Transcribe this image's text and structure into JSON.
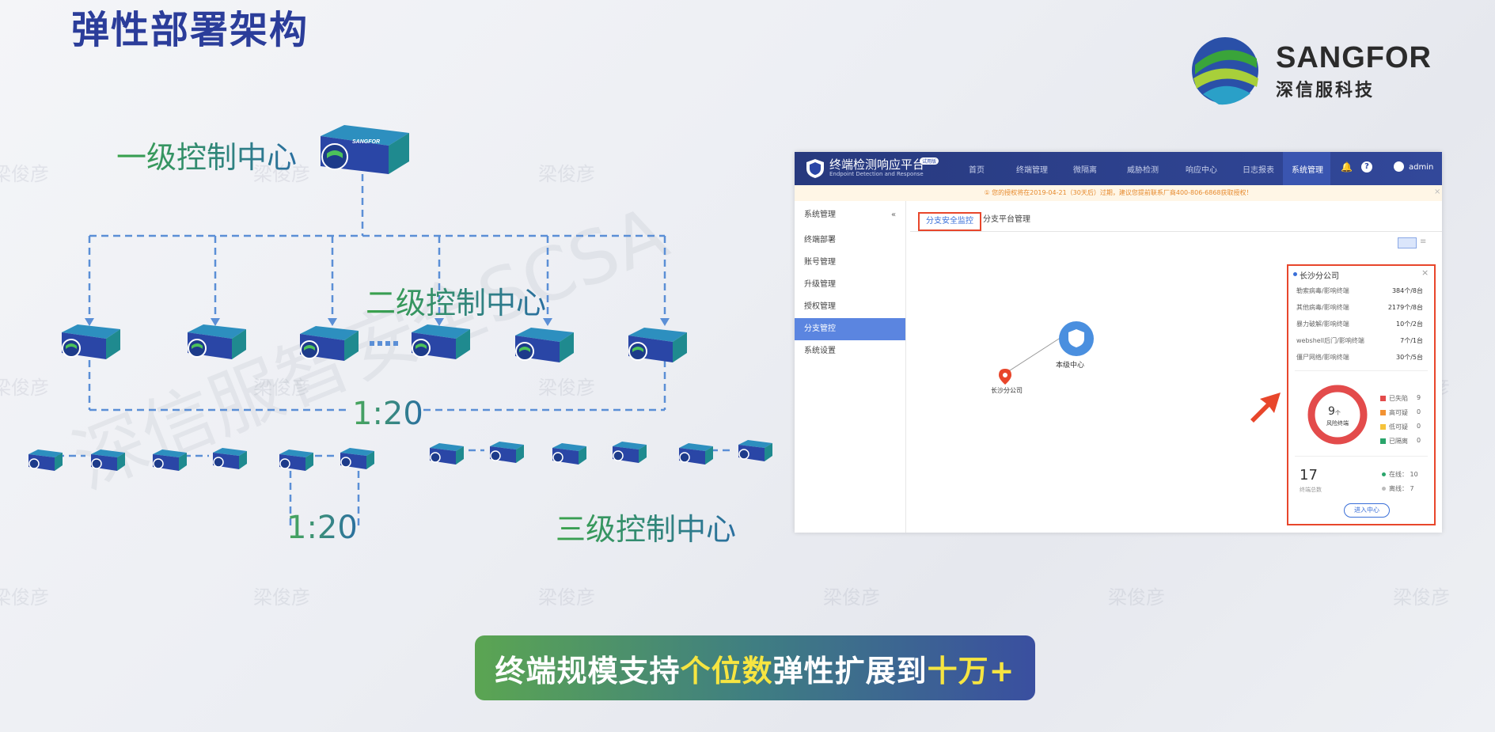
{
  "page_title": "弹性部署架构",
  "logo": {
    "name": "SANGFOR",
    "sub": "深信服科技"
  },
  "levels": {
    "level1": "一级控制中心",
    "level2": "二级控制中心",
    "level3": "三级控制中心"
  },
  "device_brand": "SANGFOR",
  "ratios": {
    "r1": "1:20",
    "r2": "1:20"
  },
  "watermarks": {
    "name": "梁俊彦",
    "big": "深信服智安全SCSA"
  },
  "banner": {
    "p1": "终端规模支持",
    "p2": "个位数",
    "p3": "弹性扩展到",
    "p4": "十万+"
  },
  "dashboard": {
    "app_title": "终端检测响应平台",
    "app_subtitle": "Endpoint Detection and Response",
    "trial_badge": "试用版",
    "nav": [
      "首页",
      "终端管理",
      "微隔离",
      "威胁检测",
      "响应中心",
      "日志报表",
      "系统管理"
    ],
    "user": "admin",
    "notice": "① 您的授权将在2019-04-21（30天后）过期，建议您提前联系厂商400-806-6868获取授权！",
    "sidebar_title": "系统管理",
    "sidebar": [
      "终端部署",
      "账号管理",
      "升级管理",
      "授权管理",
      "分支管控",
      "系统设置"
    ],
    "tabs": [
      "分支安全监控",
      "分支平台管理"
    ],
    "map": {
      "center": "本级中心",
      "branch": "长沙分公司"
    },
    "panel": {
      "title": "长沙分公司",
      "rows": [
        {
          "k": "勒索病毒/影响终端",
          "v": "384个/8台"
        },
        {
          "k": "其他病毒/影响终端",
          "v": "2179个/8台"
        },
        {
          "k": "暴力破解/影响终端",
          "v": "10个/2台"
        },
        {
          "k": "webshell后门/影响终端",
          "v": "7个/1台"
        },
        {
          "k": "僵尸网络/影响终端",
          "v": "30个/5台"
        }
      ],
      "risk_count": "9",
      "risk_unit": "个",
      "risk_label": "风险终端",
      "legend": [
        {
          "k": "已失陷",
          "v": "9",
          "color": "#e34b4b"
        },
        {
          "k": "高可疑",
          "v": "0",
          "color": "#f29233"
        },
        {
          "k": "低可疑",
          "v": "0",
          "color": "#f5c33b"
        },
        {
          "k": "已隔离",
          "v": "0",
          "color": "#2aa56b"
        }
      ],
      "total": "17",
      "total_label": "终端总数",
      "online": "在线： 10",
      "offline": "离线： 7",
      "enter_btn": "进入中心"
    }
  }
}
